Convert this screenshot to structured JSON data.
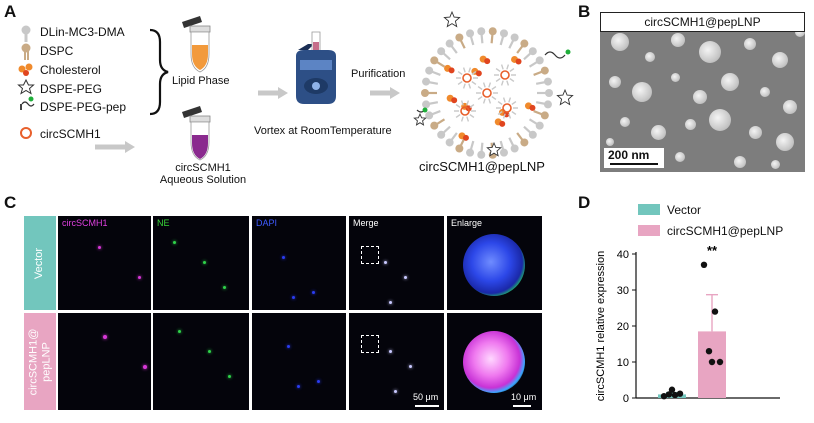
{
  "panelA": {
    "letter": "A",
    "legend": [
      "DLin-MC3-DMA",
      "DSPC",
      "Cholesterol",
      "DSPE-PEG",
      "DSPE-PEG-pep"
    ],
    "circ_label": "circSCMH1",
    "lipid_phase": "Lipid Phase",
    "aqueous_line1": "circSCMH1",
    "aqueous_line2": "Aqueous Solution",
    "vortex": "Vortex at RoomTemperature",
    "purification": "Purification",
    "product": "circSCMH1@pepLNP",
    "colors": {
      "orange": "#f08a2c",
      "purple": "#8a2a8e",
      "ring": "#e8602c",
      "lipid_grey": "#c8c8c8",
      "dspc_tan": "#c9ab86"
    }
  },
  "panelB": {
    "letter": "B",
    "title": "circSCMH1@pepLNP",
    "scale": "200 nm"
  },
  "panelC": {
    "letter": "C",
    "columns": [
      "circSCMH1",
      "NE",
      "DAPI",
      "Merge",
      "Enlarge"
    ],
    "column_colors": [
      "#e040e0",
      "#39d639",
      "#3f5bff",
      "#ffffff",
      "#ffffff"
    ],
    "rows": [
      "Vector",
      "circSCMH1@\npepLNP"
    ],
    "row_colors": [
      "#72c6bd",
      "#e8a5c2"
    ],
    "scale_merge": "50 μm",
    "scale_enlarge": "10 μm"
  },
  "panelD": {
    "letter": "D",
    "legend": [
      {
        "name": "Vector",
        "color": "#72c6bd"
      },
      {
        "name": "circSCMH1@pepLNP",
        "color": "#e8a5c2"
      }
    ],
    "significance": "**"
  },
  "chart_data": {
    "type": "bar",
    "categories": [
      "Vector",
      "circSCMH1@pepLNP"
    ],
    "values": [
      1.0,
      18.5
    ],
    "errors": [
      0.5,
      10.2
    ],
    "points": [
      [
        0.5,
        0.8,
        1.0,
        1.2,
        2.3
      ],
      [
        37.0,
        24.0,
        13.0,
        10.0,
        10.0
      ]
    ],
    "ylabel": "circSCMH1 relative expression",
    "ylim": [
      0,
      40
    ],
    "yticks": [
      0,
      10,
      20,
      30,
      40
    ]
  }
}
